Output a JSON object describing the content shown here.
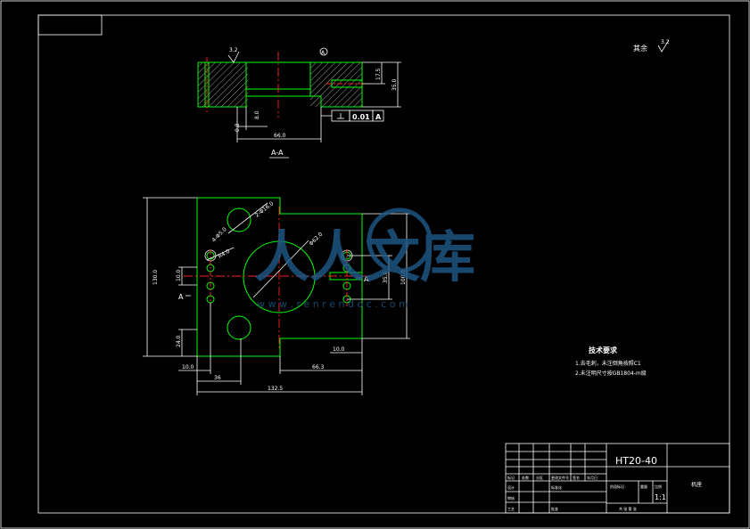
{
  "roughness": {
    "label": "其余",
    "value": "3.2"
  },
  "section": {
    "marker": "A",
    "title": "A-A",
    "surface_finish": "3.2",
    "dims": {
      "depth_inner": "17.5",
      "depth_total": "35.0",
      "rib": "8.0",
      "small": "0.8",
      "width": "66.0"
    },
    "tolerance": {
      "value": "0.01",
      "datum": "A"
    }
  },
  "plan": {
    "arrow_label": "A",
    "dims": {
      "height": "130.0",
      "h10": "10.0",
      "bottom": "24.0",
      "left10": "10.0",
      "d36": "36",
      "d66": "66.3",
      "total": "132.5",
      "r10": "10.0",
      "c35": "35.0",
      "c100": "100.0",
      "hole_large": "2-Φ16.0",
      "hole_small": "4-Φ5.0",
      "hole_r": "R4.0",
      "center_hole": "Φ62.0"
    }
  },
  "tech": {
    "title": "技术要求",
    "items": [
      "1.去毛刺，未注倒角按照C1",
      "2.未注明尺寸按GB1804-m级"
    ]
  },
  "titleblock": {
    "material": "HT20-40",
    "scale": "1:1",
    "name": "机座",
    "row_labels": [
      "标记",
      "处数",
      "分区",
      "更改文件号",
      "签名",
      "年月日"
    ],
    "left_labels": [
      "设计",
      "审核",
      "工艺"
    ],
    "std": "标准化",
    "stage": "阶段标记",
    "weight": "重量",
    "ratio": "比例",
    "approve": "批准",
    "sheet": "共 张 第 张"
  },
  "watermark": {
    "text": "人人文库",
    "url": "w w w . r e n r e n d o c . c o m"
  }
}
